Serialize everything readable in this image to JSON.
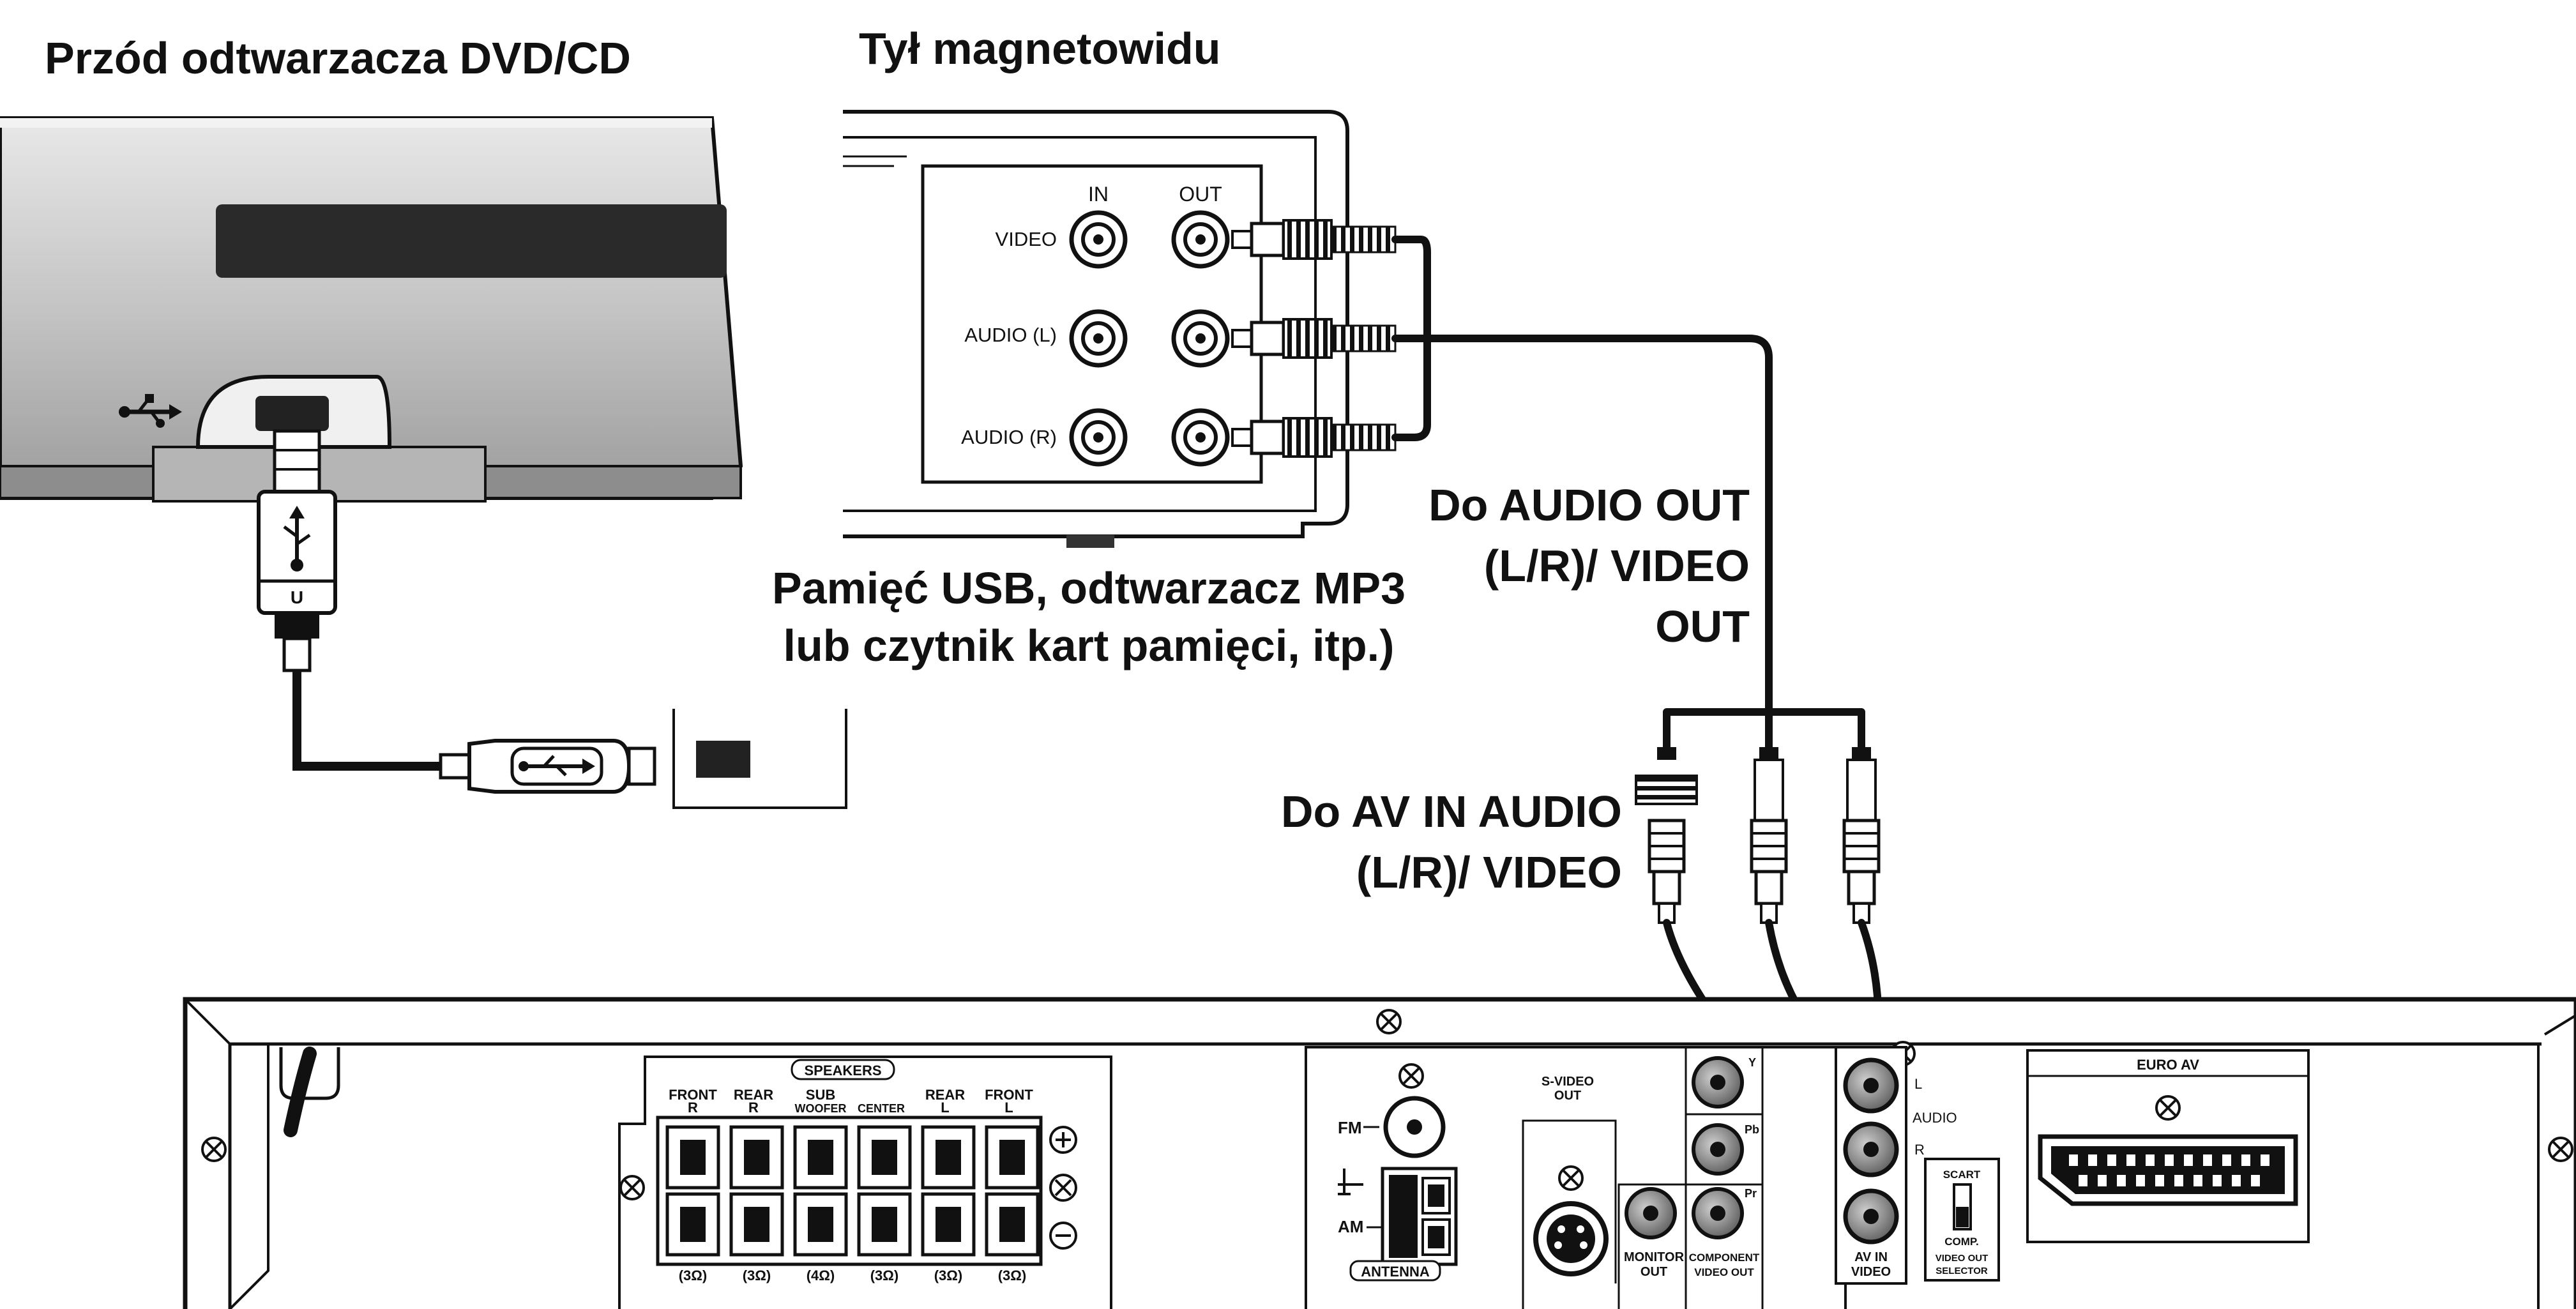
{
  "labels": {
    "dvd_front": "Przód odtwarzacza DVD/CD",
    "vcr_back": "Tył magnetowidu",
    "usb_device_line1": "Pamięć USB, odtwarzacz MP3",
    "usb_device_line2": "lub czytnik kart pamięci, itp.)",
    "to_out_line1": "Do AUDIO OUT",
    "to_out_line2": "(L/R)/ VIDEO",
    "to_out_line3": "OUT",
    "to_in_line1": "Do AV IN AUDIO",
    "to_in_line2": "(L/R)/ VIDEO"
  },
  "vcr_panel": {
    "col_in": "IN",
    "col_out": "OUT",
    "row_video": "VIDEO",
    "row_audio_l": "AUDIO (L)",
    "row_audio_r": "AUDIO (R)"
  },
  "usb_plug_letter": "U",
  "receiver": {
    "speakers": "SPEAKERS",
    "front_r_1": "FRONT",
    "front_r_2": "R",
    "rear_r_1": "REAR",
    "rear_r_2": "R",
    "sub_1": "SUB",
    "sub_2": "WOOFER",
    "center": "CENTER",
    "rear_l_1": "REAR",
    "rear_l_2": "L",
    "front_l_1": "FRONT",
    "front_l_2": "L",
    "imp_1": "(3Ω)",
    "imp_2": "(3Ω)",
    "imp_3": "(4Ω)",
    "imp_4": "(3Ω)",
    "imp_5": "(3Ω)",
    "imp_6": "(3Ω)",
    "fm": "FM",
    "am": "AM",
    "antenna": "ANTENNA",
    "svideo_1": "S-VIDEO",
    "svideo_2": "OUT",
    "monitor_1": "MONITOR",
    "monitor_2": "OUT",
    "comp_1": "COMPONENT",
    "comp_2": "VIDEO OUT",
    "y": "Y",
    "pb": "Pb",
    "pr": "Pr",
    "av_in": "AV IN",
    "video": "VIDEO",
    "audio": "AUDIO",
    "l": "L",
    "r": "R",
    "scart": "SCART",
    "comp": "COMP.",
    "vo_sel_1": "VIDEO OUT",
    "vo_sel_2": "SELECTOR",
    "euro_av": "EURO AV"
  },
  "colors": {
    "ink": "#111111",
    "device_grey": "#c9c9c9",
    "panel_grey": "#e6e6e6",
    "socket": "#777777"
  }
}
